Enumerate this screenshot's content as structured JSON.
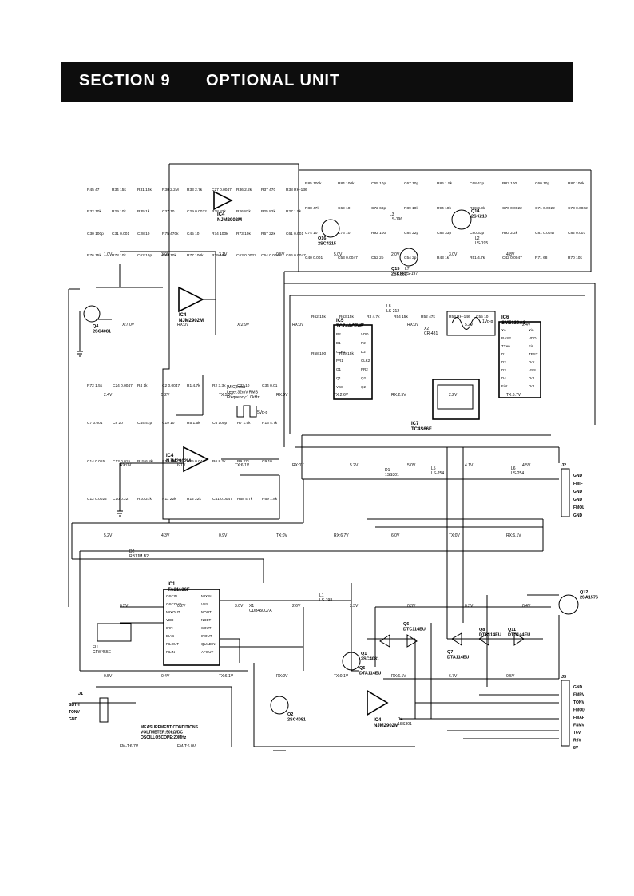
{
  "header": {
    "section": "SECTION 9",
    "title": "OPTIONAL UNIT"
  },
  "ics": {
    "ic1": [
      "IC1",
      "TA31136F"
    ],
    "ic4a": [
      "IC4",
      "NJM2902M"
    ],
    "ic4b": [
      "IC4",
      "NJM2902M"
    ],
    "ic4c": [
      "IC4",
      "NJM2902M"
    ],
    "ic4d": [
      "IC4",
      "NJM2902M"
    ],
    "ic5": [
      "IC5",
      "TC74AC74F"
    ],
    "ic6": [
      "IC6",
      "SM5130AS"
    ],
    "ic7": [
      "IC7",
      "TC4S66F"
    ]
  },
  "ic1_pins_left": [
    "OSCIN",
    "OSCOUT",
    "MIXOUT",
    "VDD",
    "IFIN",
    "BIAS",
    "FILOUT",
    "FILIN"
  ],
  "ic1_pins_right": [
    "MIXIN",
    "VSS",
    "NOUT",
    "NDET",
    "SOUT",
    "IFOUT",
    "QUADIN",
    "AFOUT"
  ],
  "ic5_pins_left": [
    "R2",
    "D1",
    "CLK1",
    "PR1",
    "Q1",
    "Q1",
    "VSS"
  ],
  "ic5_pins_right": [
    "VDD",
    "R2",
    "D2",
    "CLK2",
    "PR2",
    "Q2",
    "Q2"
  ],
  "ic6_pins_left": [
    "Xo",
    "RASE",
    "TXen",
    "D1",
    "D2",
    "D3",
    "D4",
    "Fint"
  ],
  "ic6_pins_right": [
    "Xin",
    "VDD",
    "Fin",
    "TEST",
    "Dor",
    "VSS",
    "Dot",
    "Dot"
  ],
  "transistors": [
    [
      "Q14",
      "2SK210"
    ],
    [
      "Q16",
      "2SC4215"
    ],
    [
      "Q15",
      "2SK882"
    ],
    [
      "Q4",
      "2SC4081"
    ],
    [
      "Q1",
      "2SC4081"
    ],
    [
      "Q2",
      "2SC4081"
    ],
    [
      "Q12",
      "2SA1576"
    ],
    [
      "Q5",
      "DTA114EU"
    ],
    [
      "Q6",
      "DTC114EU"
    ],
    [
      "Q7",
      "DTA114EU"
    ],
    [
      "Q8",
      "DTC114EU"
    ],
    [
      "Q11",
      "DTC144EU"
    ]
  ],
  "diodes": [
    [
      "D1",
      "1SS301"
    ],
    [
      "D2",
      "RB1JM B2"
    ],
    [
      "D4",
      "1SS301"
    ]
  ],
  "misc_parts": [
    [
      "X1",
      "CDB450C7A"
    ],
    [
      "FI1",
      "CFW455E"
    ],
    [
      "X2",
      "CR-481"
    ],
    [
      "L5",
      "LS-254"
    ],
    [
      "L6",
      "LS-254"
    ],
    [
      "L1",
      "LS-198"
    ],
    [
      "L2",
      "LS-195"
    ],
    [
      "L3",
      "LS-196"
    ],
    [
      "L7",
      "LS-197"
    ],
    [
      "L8",
      "LS-212"
    ]
  ],
  "components": [
    "R45 47",
    "R34 15k",
    "R31 15k",
    "R30 2.2M",
    "R33 2.7k",
    "C27 0.0047",
    "R36 2.2k",
    "R37 470",
    "R38 RH-136",
    "R32 10k",
    "R29 10k",
    "R35 1k",
    "C37 10",
    "C29 0.0022",
    "R28 82k",
    "R26 82k",
    "R25 82k",
    "R27 1.5k",
    "C30 100p",
    "C31 0.001",
    "C28 10",
    "R75 470k",
    "C45 10",
    "R74 100k",
    "R73 10k",
    "R67 22k",
    "C61 0.001",
    "R76 15k",
    "R78 10k",
    "C62 10p",
    "R80 10k",
    "R77 100k",
    "R79 10k",
    "C63 0.0022",
    "C64 0.0047",
    "C66 0.0047",
    "R85 100k",
    "R84 100k",
    "C65 10p",
    "C67 10p",
    "R86 1.5k",
    "C68 47p",
    "R83 100",
    "C60 10p",
    "R87 100k",
    "R88 47k",
    "C69 10",
    "C72 68p",
    "R89 10k",
    "R94 10k",
    "R90 3.3k",
    "C70 0.0022",
    "C71 0.0022",
    "C73 0.0022",
    "C74 10",
    "C76 10",
    "R92 100",
    "C84 22p",
    "C83 33p",
    "C80 33p",
    "R93 2.2k",
    "C81 0.0047",
    "C82 0.001",
    "C40 0.001",
    "C53 0.0047",
    "C52 2p",
    "C54 2p",
    "R43 1k",
    "R51 4.7k",
    "C42 0.0047",
    "R71 68",
    "R70 10k",
    "R72 1.5k",
    "C24 0.0047",
    "R4 1k",
    "C2 0.0047",
    "R1 4.7k",
    "R2 3.3k",
    "C33 10",
    "C34 0.01",
    "C7 0.001",
    "C8 2p",
    "C44 47p",
    "C19 10",
    "R5 1.5k",
    "C6 100p",
    "R7 1.5k",
    "R16 4.7k",
    "C14 0.015",
    "C13 0.015",
    "R15 6.8k",
    "R14 12k",
    "C25 0.047",
    "R6 8.2k",
    "R9 27k",
    "C9 10",
    "C12 0.0022",
    "C10 0.22",
    "R10 27k",
    "R11 22k",
    "R12 22k",
    "C41 0.0047",
    "R68 4.7k",
    "R69 1.8k",
    "R62 15k",
    "R63 15k",
    "R3 4.7k",
    "R54 15k",
    "R52 47k",
    "R53 RH-146",
    "C55 10",
    "R58 100",
    "R59 15k"
  ],
  "voltages": [
    "1.0V",
    "3.0V",
    "3.1V",
    "0.5V",
    "5.0V",
    "2.0V",
    "3.0V",
    "4.8V",
    "TX:7.0V",
    "RX:0V",
    "TX:2.9V",
    "RX:0V",
    "TX:2.2V",
    "RX:0V",
    "5.2V",
    "2.4V",
    "2.4V",
    "5.2V",
    "TX:5.2V",
    "RX:0V",
    "TX:2.6V",
    "RX:2.5V",
    "2.2V",
    "TX:6.7V",
    "RX:0V",
    "6.1V",
    "TX:6.1V",
    "RX:0V",
    "5.2V",
    "5.0V",
    "4.1V",
    "4.5V",
    "5.2V",
    "4.3V",
    "0.9V",
    "TX:0V",
    "RX:6.7V",
    "6.0V",
    "TX:0V",
    "RX:6.1V",
    "0.5V",
    "0.2V",
    "3.0V",
    "2.6V",
    "2.3V",
    "0.3V",
    "0.3V",
    "0.4V",
    "0.5V",
    "0.4V",
    "TX:6.1V",
    "RX:0V",
    "TX:0.1V",
    "RX:6.1V",
    "6.7V",
    "0.5V",
    "FM-T:6.7V",
    "FM-T:6.0V"
  ],
  "j2_pins": [
    "GND",
    "FMIF",
    "GND",
    "GND",
    "FMOL",
    "GND"
  ],
  "j3_pins": [
    "GND",
    "FMRV",
    "TONV",
    "FMOD",
    "FMAF",
    "FSMV",
    "T6V",
    "R6V",
    "8V"
  ],
  "j1_pins": [
    "SBTH",
    "TONV",
    "GND"
  ],
  "connectors": [
    "J1",
    "J2",
    "J3"
  ],
  "notes": {
    "mic_input": [
      "[MIC]Input",
      "Level:32mV RMS",
      "Frequency:1.0kHz"
    ],
    "waveform_pp": "5Vp-p",
    "waveform_pp2": "1Vp-p",
    "measurement": [
      "MEASUREMENT CONDITIONS",
      "VOLTMETER:50kΩ/DC",
      "OSCILLOSCOPE:20MHz"
    ]
  },
  "colors": {
    "header_bg": "#0d0d0d",
    "header_text": "#ffffff",
    "ink": "#000000"
  }
}
